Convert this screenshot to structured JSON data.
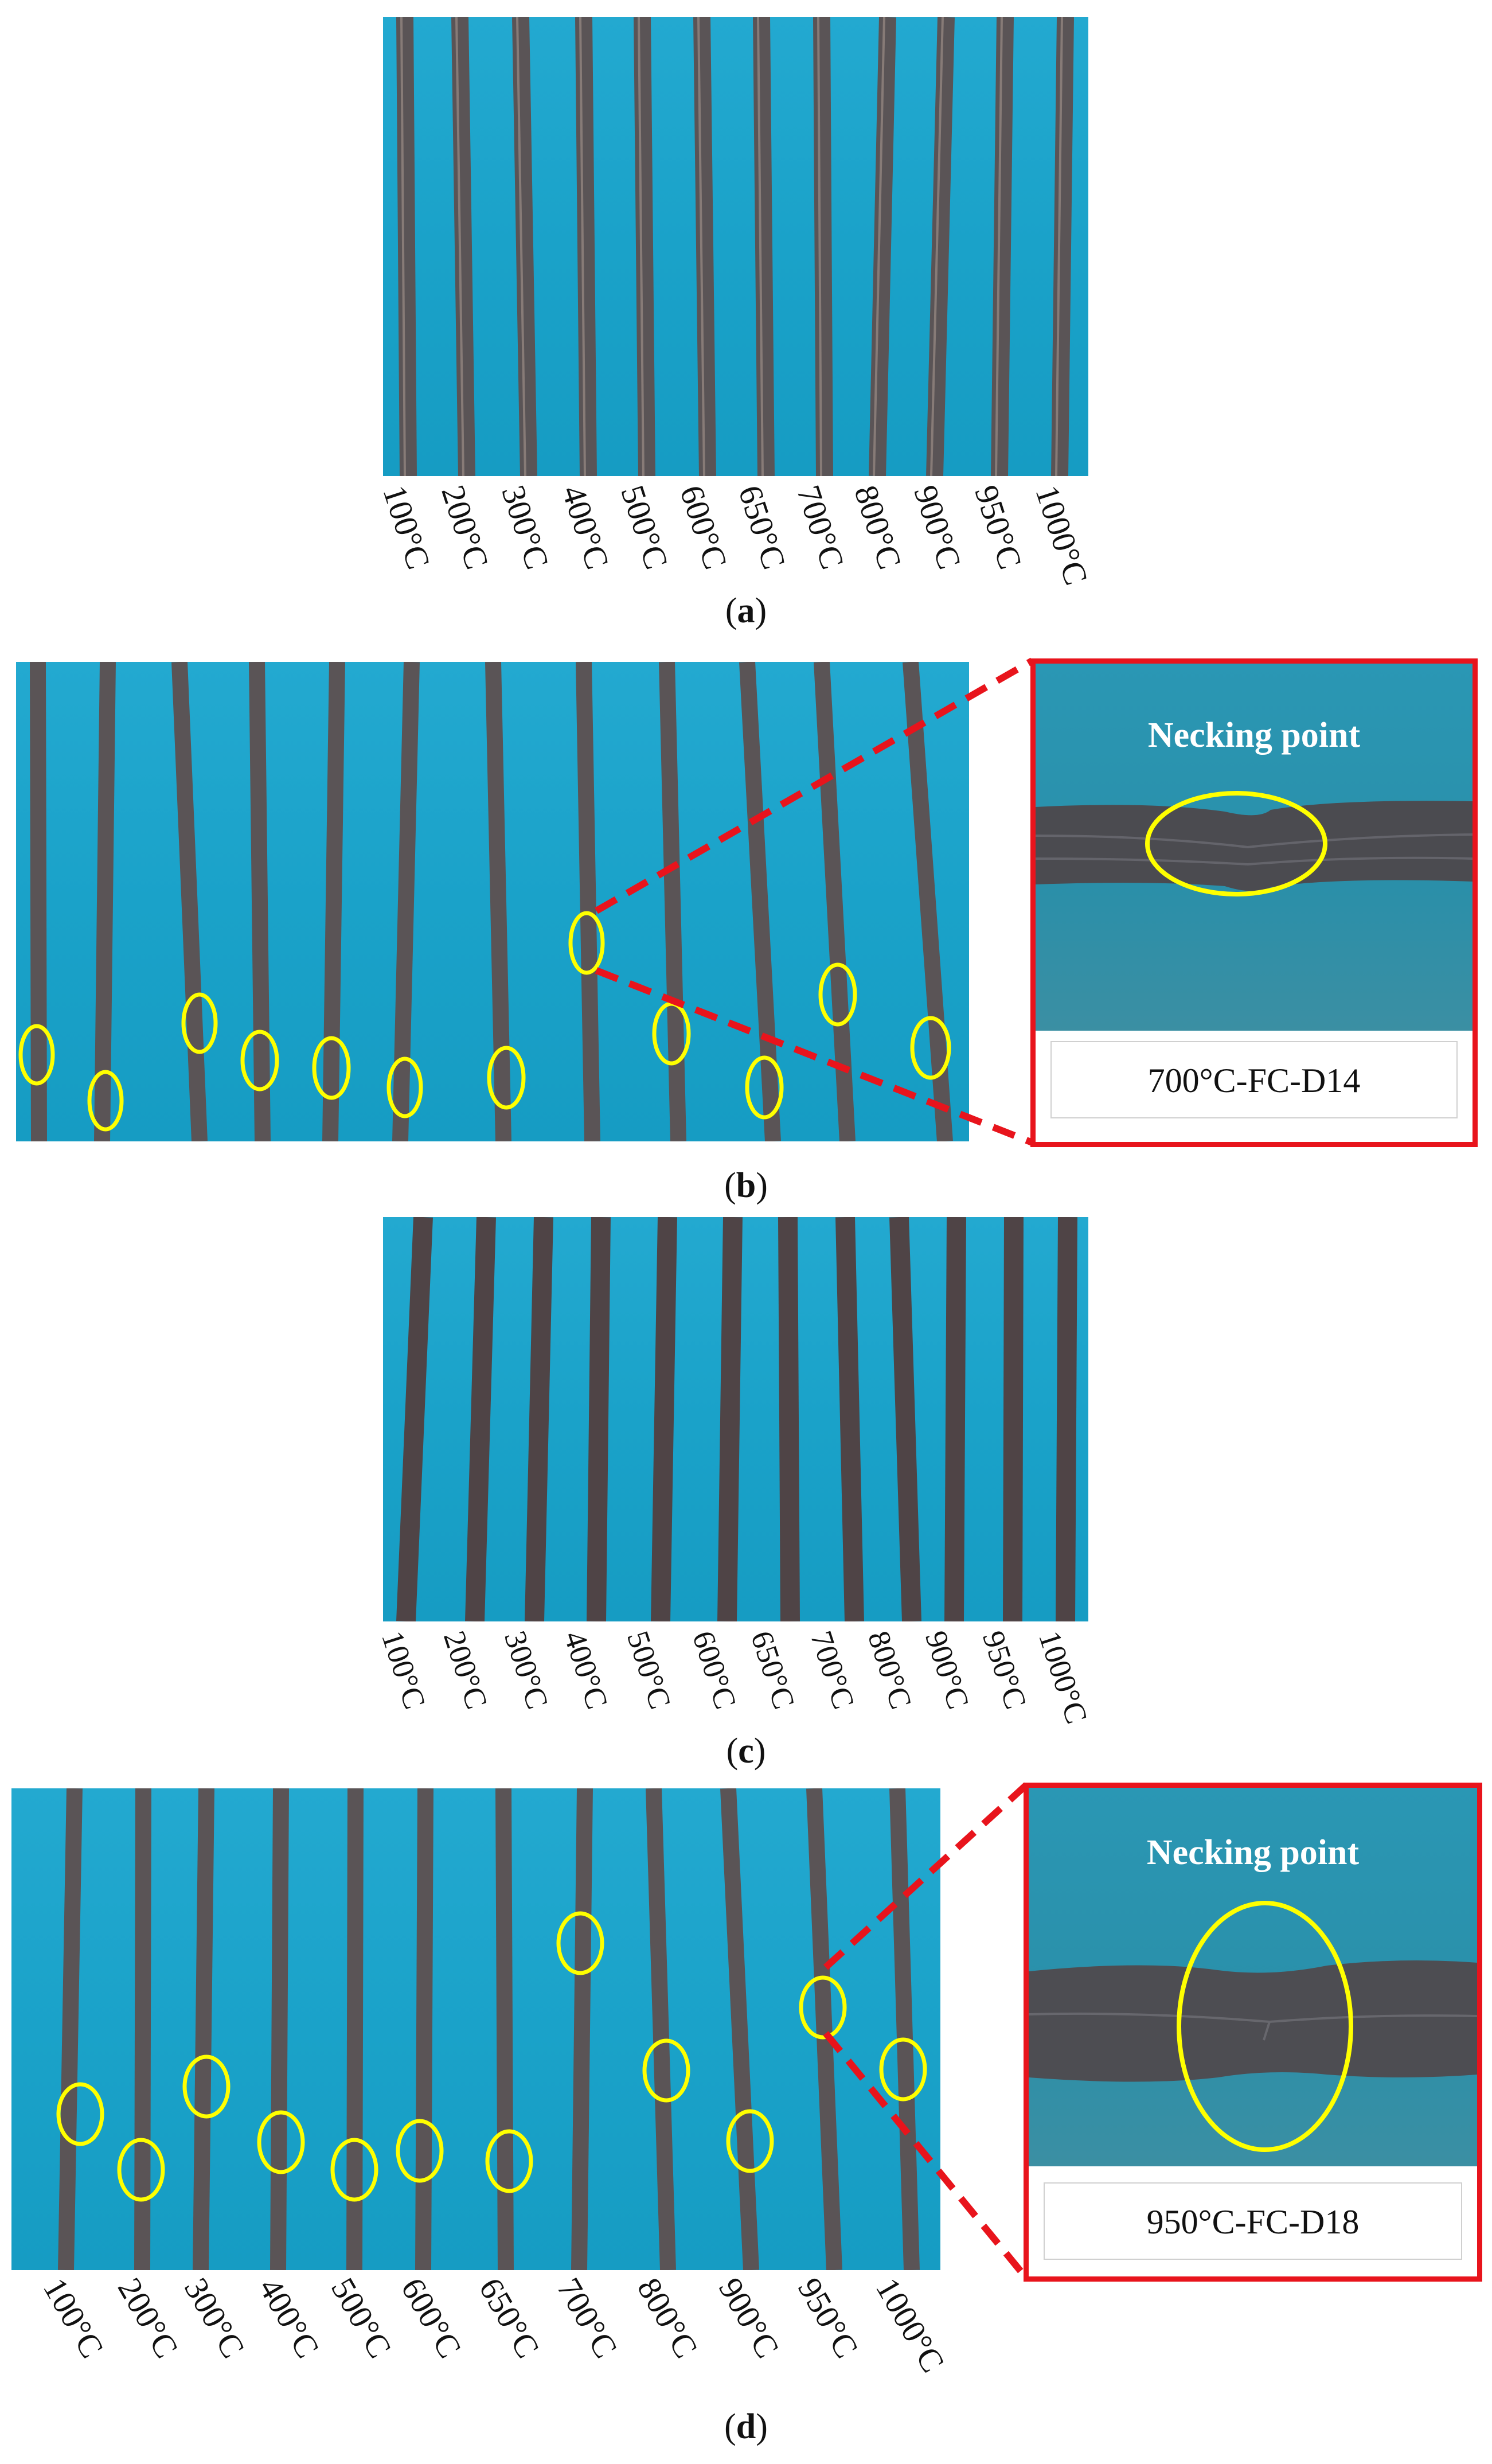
{
  "panels": {
    "a": {
      "caption_open": "(",
      "caption_letter": "a",
      "caption_close": ")",
      "labels": [
        "100°C",
        "200°C",
        "300°C",
        "400°C",
        "500°C",
        "600°C",
        "650°C",
        "700°C",
        "800°C",
        "900°C",
        "950°C",
        "1000°C"
      ]
    },
    "b": {
      "caption_open": "(",
      "caption_letter": "b",
      "caption_close": ")",
      "inset_title": "Necking point",
      "inset_specimen": "700°C-FC-D14"
    },
    "c": {
      "caption_open": "(",
      "caption_letter": "c",
      "caption_close": ")",
      "labels": [
        "100°C",
        "200°C",
        "300°C",
        "400°C",
        "500°C",
        "600°C",
        "650°C",
        "700°C",
        "800°C",
        "900°C",
        "950°C",
        "1000°C"
      ]
    },
    "d": {
      "caption_open": "(",
      "caption_letter": "d",
      "caption_close": ")",
      "inset_title": "Necking point",
      "inset_specimen": "950°C-FC-D18",
      "labels": [
        "100°C",
        "200°C",
        "300°C",
        "400°C",
        "500°C",
        "600°C",
        "650°C",
        "700°C",
        "800°C",
        "900°C",
        "950°C",
        "1000°C"
      ]
    }
  },
  "colors": {
    "background": "#1aa2c9",
    "bar": "#5a5456",
    "highlight": "#ffff00",
    "callout": "#e8141c"
  }
}
